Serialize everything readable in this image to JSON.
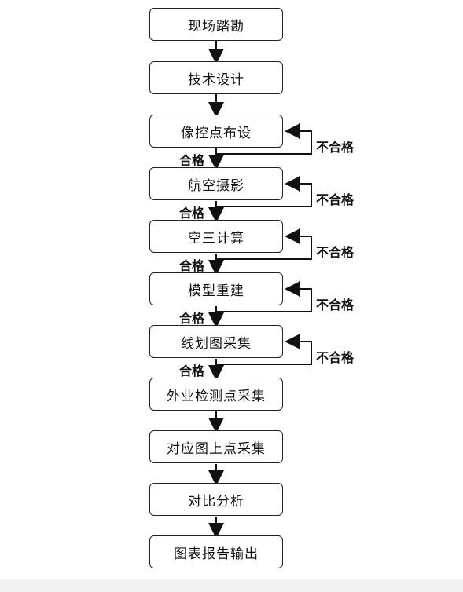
{
  "flowchart": {
    "steps": [
      "现场踏勘",
      "技术设计",
      "像控点布设",
      "航空摄影",
      "空三计算",
      "模型重建",
      "线划图采集",
      "外业检测点采集",
      "对应图上点采集",
      "对比分析",
      "图表报告输出"
    ],
    "pass_label": "合格",
    "fail_label": "不合格"
  }
}
